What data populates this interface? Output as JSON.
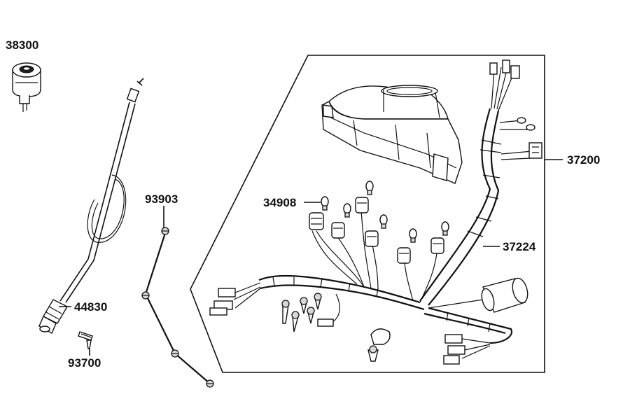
{
  "parts": {
    "p38300": "38300",
    "p44830": "44830",
    "p93700": "93700",
    "p93903": "93903",
    "p34908": "34908",
    "p37200": "37200",
    "p37224": "37224"
  }
}
